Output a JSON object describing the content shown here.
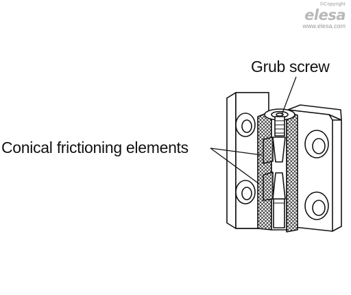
{
  "brand": {
    "copyright": "©Copyright",
    "logo": "elesa",
    "url": "www.elesa.com"
  },
  "callouts": {
    "grub_screw": "Grub screw",
    "conical_elements": "Conical frictioning elements"
  }
}
